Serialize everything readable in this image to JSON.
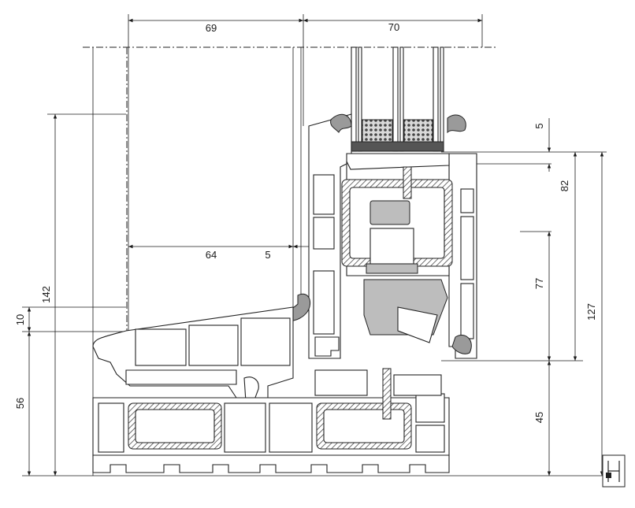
{
  "dimensions": {
    "top_left_width": "69",
    "top_right_width": "70",
    "inner_width": "64",
    "inner_gap": "5",
    "left_total_height": "142",
    "left_step": "10",
    "left_base": "56",
    "right_top_gap": "5",
    "right_glass": "82",
    "right_middle": "77",
    "right_total": "127",
    "right_base": "45"
  },
  "colors": {
    "line": "#1a1a1a",
    "gasket": "#9a9a9a",
    "reinforcement": "#cfcfcf"
  },
  "icons": [
    "window-section-symbol-icon"
  ]
}
